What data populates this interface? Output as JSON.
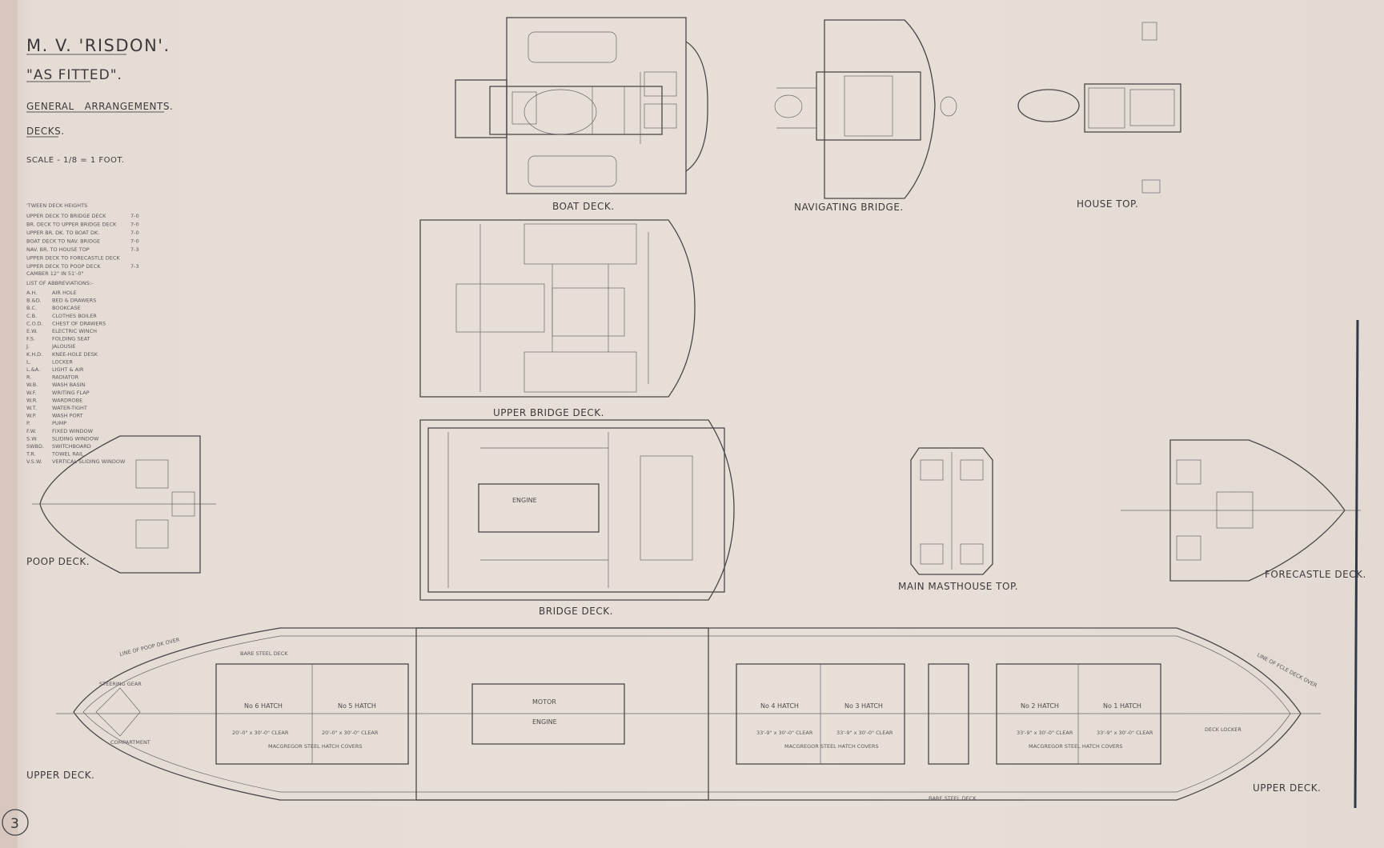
{
  "title_block": {
    "vessel": "M. V. 'RISDON'.",
    "status": "\"AS FITTED\".",
    "drawing": "GENERAL   ARRANGEMENTS.",
    "subject": "DECKS.",
    "scale": "SCALE - 1/8 = 1 FOOT."
  },
  "deck_heights": {
    "heading": "'TWEEN DECK HEIGHTS",
    "rows": [
      {
        "label": "UPPER DECK TO BRIDGE DECK",
        "value": "7-0"
      },
      {
        "label": "BR. DECK TO UPPER BRIDGE DECK",
        "value": "7-0"
      },
      {
        "label": "UPPER BR. DK. TO BOAT DK.",
        "value": "7-0"
      },
      {
        "label": "BOAT DECK TO NAV. BRIDGE",
        "value": "7-0"
      },
      {
        "label": "NAV. BR. TO HOUSE TOP",
        "value": "7-3"
      },
      {
        "label": "UPPER DECK TO FORECASTLE DECK",
        "value": ""
      },
      {
        "label": "UPPER DECK TO POOP DECK",
        "value": "7-3"
      }
    ]
  },
  "camber": "CAMBER 12\" IN 51'-0\"",
  "abbreviations": {
    "heading": "LIST OF ABBREVIATIONS:-",
    "items": [
      {
        "abbr": "A.H.",
        "meaning": "AIR HOLE"
      },
      {
        "abbr": "B.&D.",
        "meaning": "BED & DRAWERS"
      },
      {
        "abbr": "B.C.",
        "meaning": "BOOKCASE"
      },
      {
        "abbr": "C.B.",
        "meaning": "CLOTHES BOILER"
      },
      {
        "abbr": "C.O.D.",
        "meaning": "CHEST OF DRAWERS"
      },
      {
        "abbr": "E.W.",
        "meaning": "ELECTRIC WINCH"
      },
      {
        "abbr": "F.S.",
        "meaning": "FOLDING SEAT"
      },
      {
        "abbr": "J.",
        "meaning": "JALOUSIE"
      },
      {
        "abbr": "K.H.D.",
        "meaning": "KNEE-HOLE DESK"
      },
      {
        "abbr": "L.",
        "meaning": "LOCKER"
      },
      {
        "abbr": "L.&A.",
        "meaning": "LIGHT & AIR"
      },
      {
        "abbr": "R.",
        "meaning": "RADIATOR"
      },
      {
        "abbr": "W.B.",
        "meaning": "WASH BASIN"
      },
      {
        "abbr": "W.F.",
        "meaning": "WRITING FLAP"
      },
      {
        "abbr": "W.R.",
        "meaning": "WARDROBE"
      },
      {
        "abbr": "W.T.",
        "meaning": "WATER-TIGHT"
      },
      {
        "abbr": "W.P.",
        "meaning": "WASH PORT"
      },
      {
        "abbr": "P.",
        "meaning": "PUMP"
      },
      {
        "abbr": "F.W.",
        "meaning": "FIXED WINDOW"
      },
      {
        "abbr": "S.W.",
        "meaning": "SLIDING WINDOW"
      },
      {
        "abbr": "SWBD.",
        "meaning": "SWITCHBOARD"
      },
      {
        "abbr": "T.R.",
        "meaning": "TOWEL RAIL"
      },
      {
        "abbr": "V.S.W.",
        "meaning": "VERTICAL SLIDING WINDOW"
      }
    ]
  },
  "decks": {
    "boat": "BOAT DECK.",
    "navigating_bridge": "NAVIGATING BRIDGE.",
    "house_top": "HOUSE TOP.",
    "upper_bridge": "UPPER BRIDGE DECK.",
    "bridge": "BRIDGE DECK.",
    "poop": "POOP DECK.",
    "main_masthouse": "MAIN MASTHOUSE TOP.",
    "forecastle": "FORECASTLE DECK.",
    "upper_left": "UPPER DECK.",
    "upper_right": "UPPER DECK."
  },
  "upper_deck_notes": {
    "hatches": [
      "No 6 HATCH",
      "No 5 HATCH",
      "No 4 HATCH",
      "No 3 HATCH",
      "No 2 HATCH",
      "No 1 HATCH"
    ],
    "clear_aft": "20'-0\" x 30'-0\" CLEAR",
    "clear_fwd": "33'-9\" x 30'-0\" CLEAR",
    "covers": "MACGREGOR STEEL HATCH COVERS",
    "steering_gear": "STEERING GEAR",
    "compartment": "COMPARTMENT",
    "bare_steel": "BARE STEEL DECK",
    "engine": "ENGINE",
    "motor": "MOTOR",
    "deck_locker": "DECK LOCKER",
    "line_of_poop": "LINE OF POOP DK OVER",
    "line_of_fcle": "LINE OF FCLE DECK OVER"
  },
  "sheet_number": "3"
}
